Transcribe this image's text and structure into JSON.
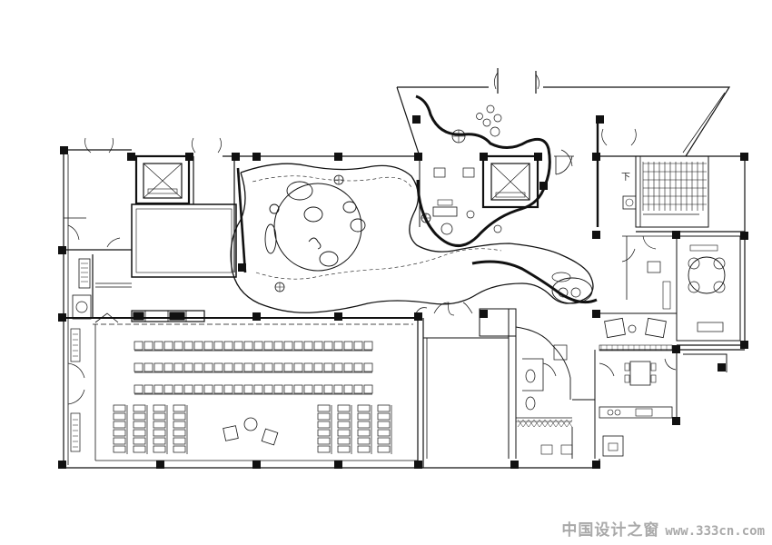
{
  "plan": {
    "stair_mark": "下"
  },
  "watermark": {
    "site_name": "中国设计之窗",
    "url": "www.333cn.com"
  },
  "colors": {
    "line": "#111111",
    "background": "#ffffff",
    "watermark": "#a9a9a9"
  }
}
